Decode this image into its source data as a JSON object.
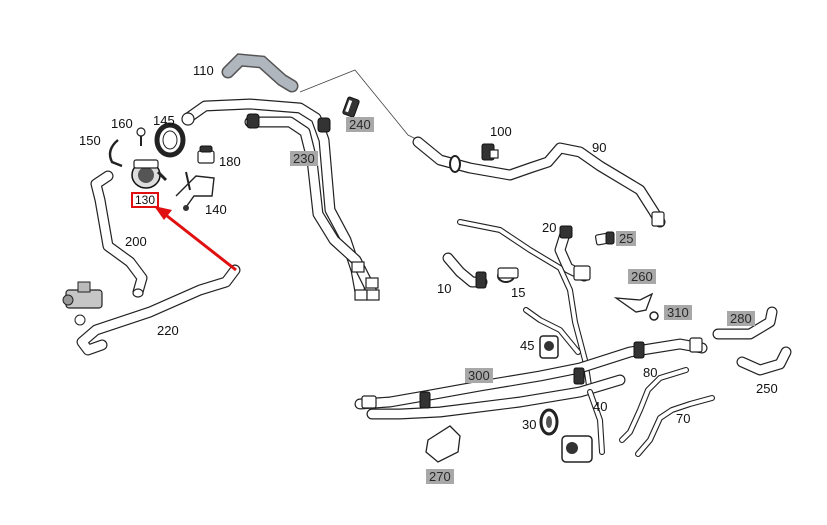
{
  "callouts": [
    {
      "id": "c110",
      "text": "110",
      "style": "plain"
    },
    {
      "id": "c160",
      "text": "160",
      "style": "plain"
    },
    {
      "id": "c145",
      "text": "145",
      "style": "plain"
    },
    {
      "id": "c150",
      "text": "150",
      "style": "plain"
    },
    {
      "id": "c240",
      "text": "240",
      "style": "gray"
    },
    {
      "id": "c230",
      "text": "230",
      "style": "gray"
    },
    {
      "id": "c180",
      "text": "180",
      "style": "plain"
    },
    {
      "id": "c130",
      "text": "130",
      "style": "highlighted"
    },
    {
      "id": "c140",
      "text": "140",
      "style": "plain"
    },
    {
      "id": "c200",
      "text": "200",
      "style": "plain"
    },
    {
      "id": "c220",
      "text": "220",
      "style": "plain"
    },
    {
      "id": "c100",
      "text": "100",
      "style": "plain"
    },
    {
      "id": "c90",
      "text": "90",
      "style": "plain"
    },
    {
      "id": "c20",
      "text": "20",
      "style": "plain"
    },
    {
      "id": "c25",
      "text": "25",
      "style": "gray"
    },
    {
      "id": "c10",
      "text": "10",
      "style": "plain"
    },
    {
      "id": "c15",
      "text": "15",
      "style": "plain"
    },
    {
      "id": "c260",
      "text": "260",
      "style": "gray"
    },
    {
      "id": "c310",
      "text": "310",
      "style": "gray"
    },
    {
      "id": "c280",
      "text": "280",
      "style": "gray"
    },
    {
      "id": "c45",
      "text": "45",
      "style": "plain"
    },
    {
      "id": "c300",
      "text": "300",
      "style": "gray"
    },
    {
      "id": "c80",
      "text": "80",
      "style": "plain"
    },
    {
      "id": "c250",
      "text": "250",
      "style": "plain"
    },
    {
      "id": "c40",
      "text": "40",
      "style": "plain"
    },
    {
      "id": "c70",
      "text": "70",
      "style": "plain"
    },
    {
      "id": "c30",
      "text": "30",
      "style": "plain"
    },
    {
      "id": "c270",
      "text": "270",
      "style": "gray"
    }
  ],
  "highlight": {
    "part": "130",
    "arrow_color": "#e01010"
  }
}
